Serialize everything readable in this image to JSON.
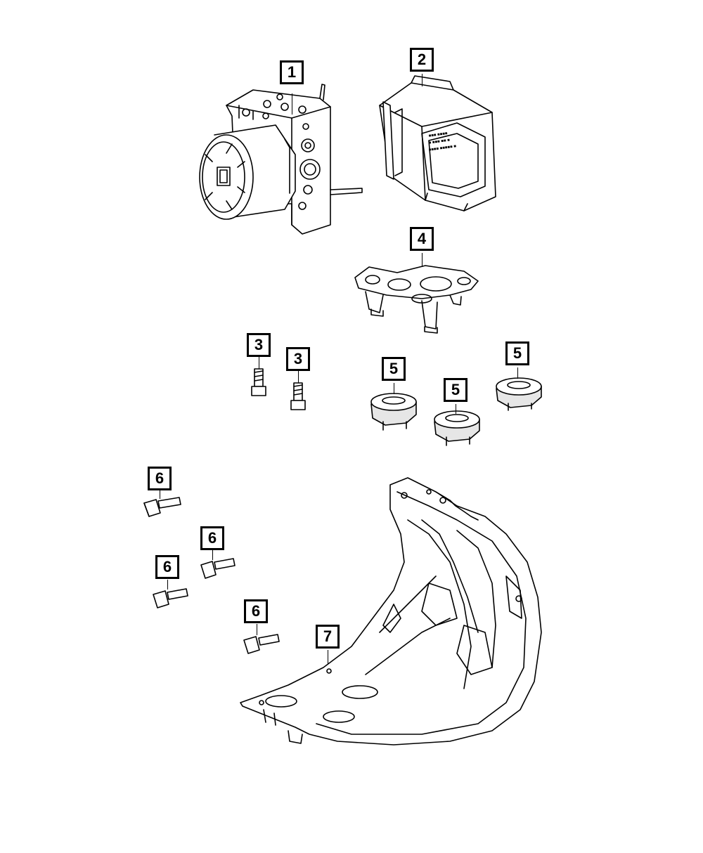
{
  "callouts": [
    {
      "id": "c1",
      "label": "1"
    },
    {
      "id": "c2",
      "label": "2"
    },
    {
      "id": "c4",
      "label": "4"
    },
    {
      "id": "c3a",
      "label": "3"
    },
    {
      "id": "c3b",
      "label": "3"
    },
    {
      "id": "c5a",
      "label": "5"
    },
    {
      "id": "c5b",
      "label": "5"
    },
    {
      "id": "c5c",
      "label": "5"
    },
    {
      "id": "c6a",
      "label": "6"
    },
    {
      "id": "c6b",
      "label": "6"
    },
    {
      "id": "c6c",
      "label": "6"
    },
    {
      "id": "c6d",
      "label": "6"
    },
    {
      "id": "c7",
      "label": "7"
    }
  ],
  "colors": {
    "line": "#000000",
    "background": "#ffffff",
    "shade": "#e6e6e6"
  }
}
